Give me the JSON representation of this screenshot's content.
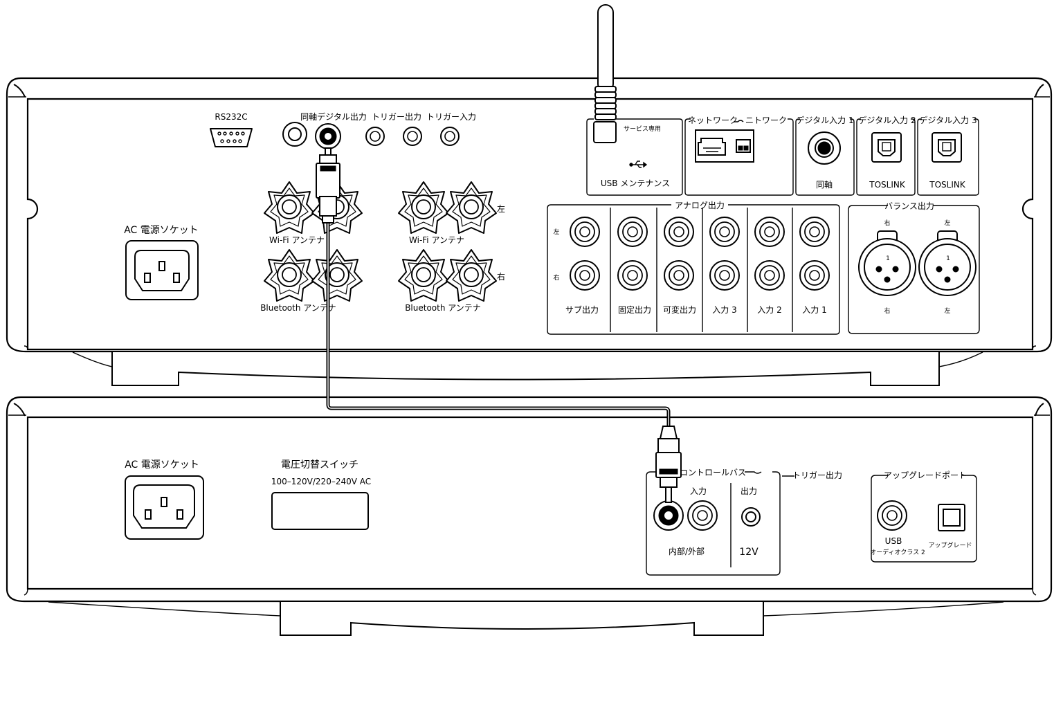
{
  "top_unit": {
    "rs232c": "RS232C",
    "coax_digital_out": "同軸デジタル出力",
    "trigger_out": "トリガー出力",
    "trigger_in": "トリガー入力",
    "ac_socket": "AC 電源ソケット",
    "wifi_antenna_1": "Wi-Fi アンテナ",
    "wifi_antenna_2": "Wi-Fi アンテナ",
    "bt_antenna_1": "Bluetooth アンテナ",
    "bt_antenna_2": "Bluetooth アンテナ",
    "speaker_left": "左",
    "speaker_right": "右",
    "service_only": "サービス専用",
    "usb_maintenance": "USB メンテナンス",
    "network": "ネットワーク",
    "network_2": "ニトワーク",
    "digital_in_1": "デジタル入力 1",
    "digital_in_2": "デジタル入力 2",
    "digital_in_3": "デジタル入力 3",
    "coax": "同軸",
    "toslink_1": "TOSLINK",
    "toslink_2": "TOSLINK",
    "analog_out": "アナログ出力",
    "analog_left": "左",
    "analog_right": "右",
    "analog_columns": [
      "サブ出力",
      "固定出力",
      "可変出力",
      "入力 3",
      "入力 2",
      "入力 1"
    ],
    "balanced_out": "バランス出力",
    "xlr_right_top": "右",
    "xlr_left_top": "左",
    "xlr_right_bottom": "右",
    "xlr_left_bottom": "左",
    "xlr_pin": "1"
  },
  "bottom_unit": {
    "ac_socket": "AC 電源ソケット",
    "voltage_switch": "電圧切替スイッチ",
    "voltage_range": "100–120V/220–240V AC",
    "control_bus": "コントロールバス",
    "trigger_out": "トリガー出力",
    "input": "入力",
    "output": "出力",
    "internal_external": "内部/外部",
    "v12": "12V",
    "upgrade_port": "アップグレードポート",
    "usb": "USB",
    "audio_class_2": "オーディオクラス 2",
    "upgrade": "アップグレード"
  }
}
